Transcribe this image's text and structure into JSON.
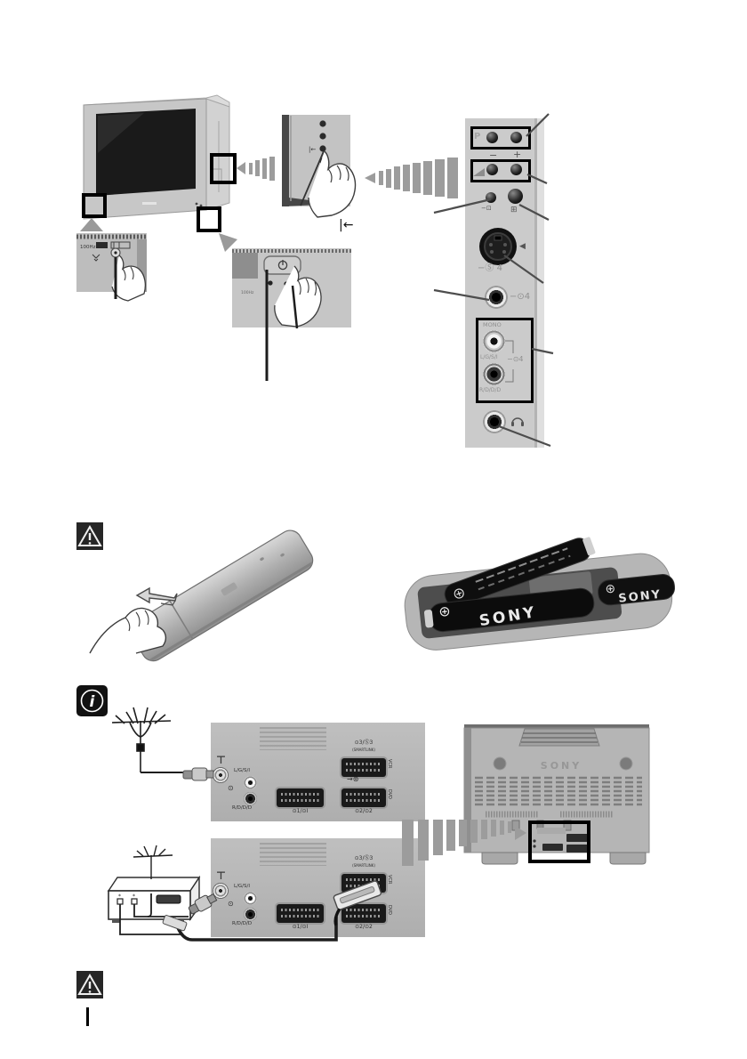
{
  "side_panel": {
    "program_label": "P",
    "minus": "−",
    "plus": "+",
    "input_select_glyph": "−⊡",
    "menu_glyph": "⊞",
    "speaker_glyph": "◀",
    "svideo_glyph": "−Ⓢ",
    "svideo_number": "4",
    "video_glyph": "−⊙",
    "video_number": "4",
    "mono": "MONO",
    "audio_left": "L/G/S/I",
    "audio_glyph": "−⊙",
    "audio_number": "4",
    "audio_right": "R/D/D/D"
  },
  "side_detail": {
    "reset_symbol": "|←"
  },
  "front_corner_photo": {
    "model_text": "100Hz"
  },
  "power_photo": {
    "model_text": "100Hz"
  },
  "batteries": {
    "brand": "SONY"
  },
  "rear_tv": {
    "brand": "SONY"
  },
  "rear_panel": {
    "antenna_glyph": "⊤",
    "audio_left": "L/G/S/I",
    "audio_in_glyph": "⊙",
    "audio_right": "R/D/D/D",
    "scart1_label": "⊙1/⊙I",
    "scart2_label": "⊙2/⊙2",
    "scart3_label": "⊙3/Ⓢ3",
    "smartlink": "(SMARTLINK)",
    "vcr": "VCR",
    "dvd": "DVD",
    "monitor_out_glyph": "→⊛"
  }
}
